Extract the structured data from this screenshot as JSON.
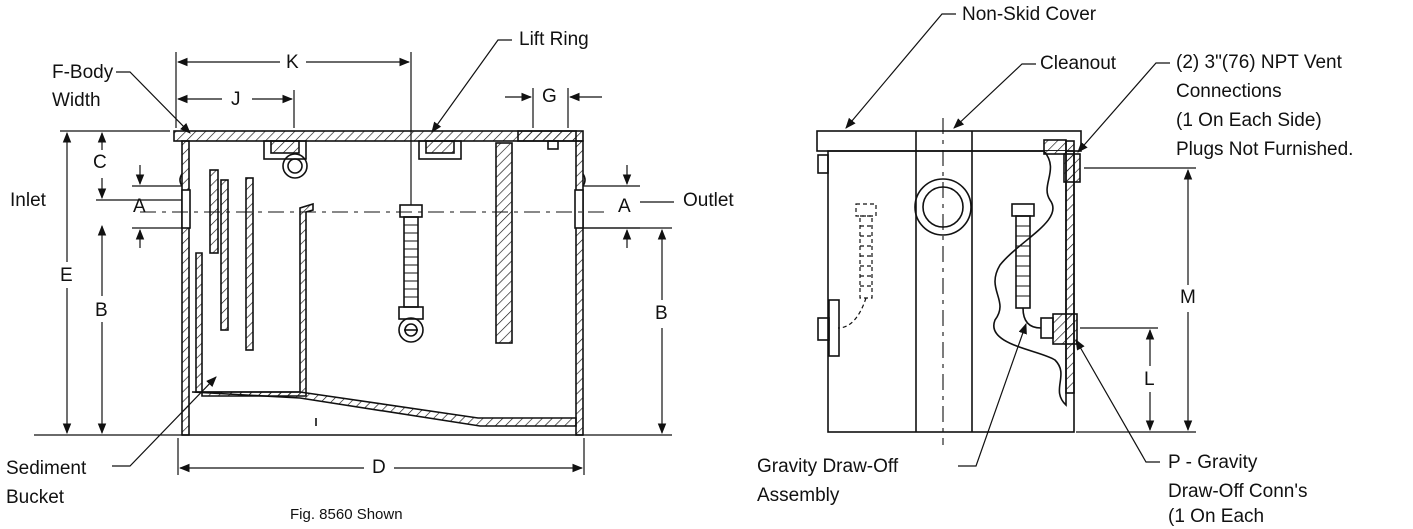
{
  "labels": {
    "f_body": "F-Body",
    "width": "Width",
    "k": "K",
    "j": "J",
    "lift_ring": "Lift Ring",
    "g": "G",
    "c": "C",
    "a_left": "A",
    "a_right": "A",
    "inlet": "Inlet",
    "outlet": "Outlet",
    "e": "E",
    "b_left": "B",
    "b_right": "B",
    "d": "D",
    "sediment": "Sediment",
    "bucket": "Bucket",
    "caption": "Fig. 8560 Shown",
    "non_skid_cover": "Non-Skid Cover",
    "cleanout": "Cleanout",
    "vent_line1": "(2) 3\"(76) NPT Vent",
    "vent_line2": "Connections",
    "vent_line3": "(1 On Each Side)",
    "vent_line4": "Plugs Not Furnished.",
    "m": "M",
    "l": "L",
    "gravity_line1": "Gravity Draw-Off",
    "gravity_line2": "Assembly",
    "p_line1": "P - Gravity",
    "p_line2": "Draw-Off Conn's",
    "p_line3": "(1 On Each"
  },
  "colors": {
    "line": "#111111",
    "background": "#ffffff"
  }
}
